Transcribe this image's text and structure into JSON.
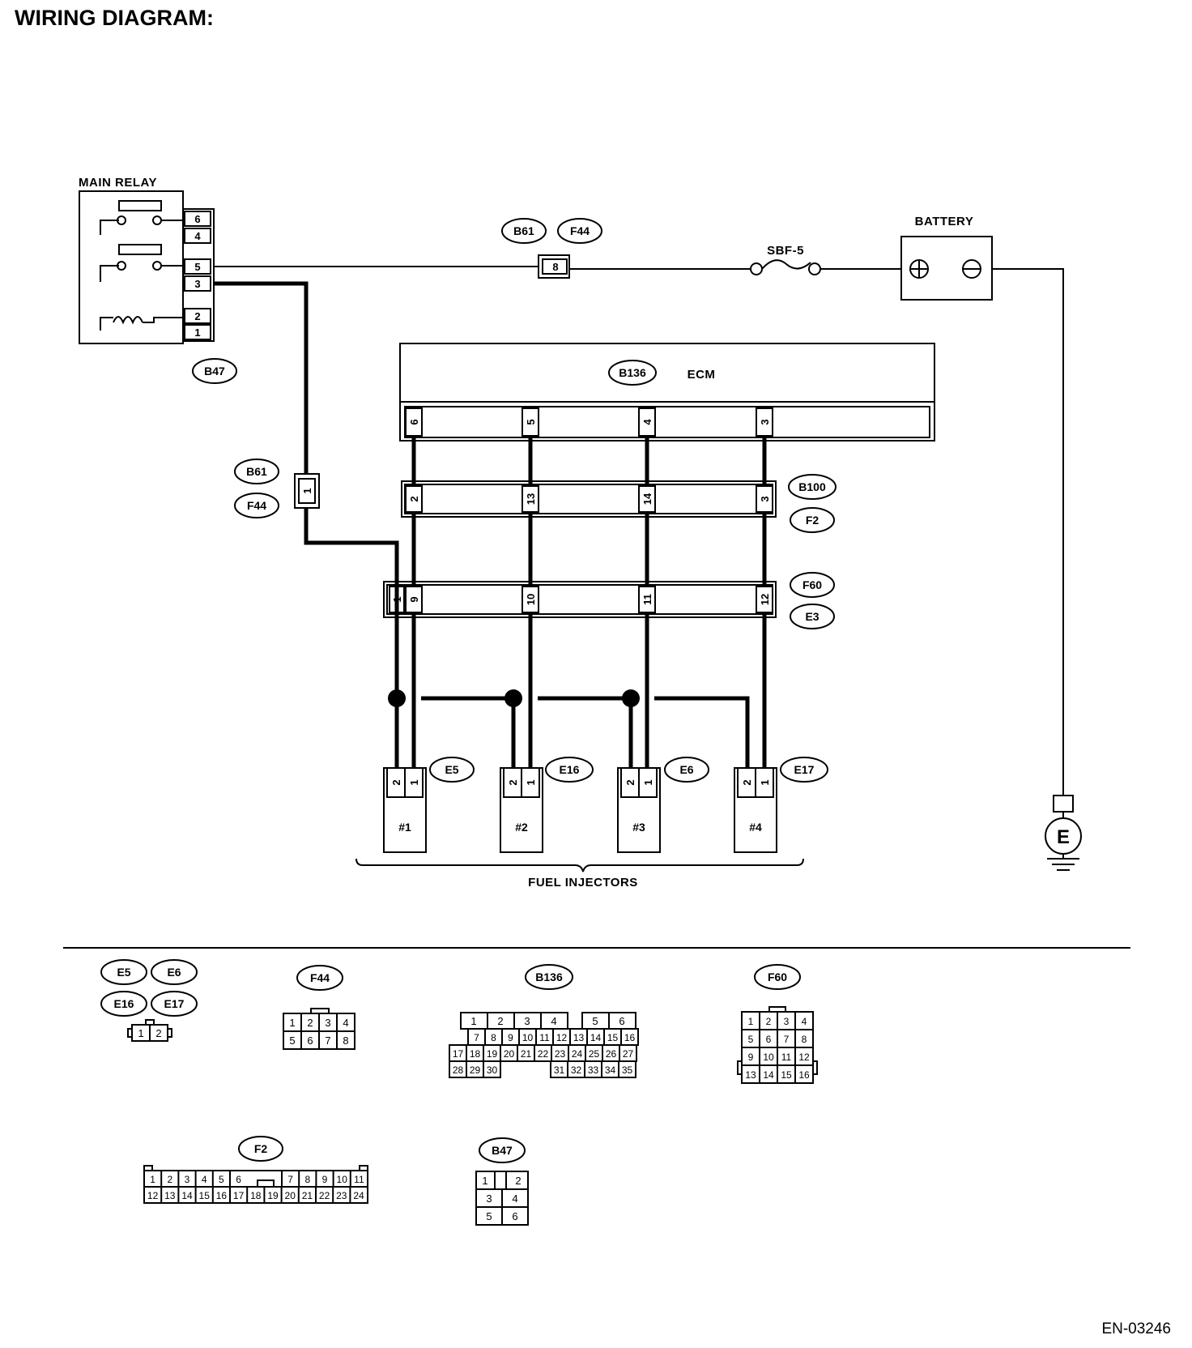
{
  "title": "WIRING DIAGRAM:",
  "labels": {
    "main_relay": "MAIN RELAY",
    "battery": "BATTERY",
    "fuse": "SBF-5",
    "ecm": "ECM",
    "fuel_injectors": "FUEL INJECTORS",
    "ground": "E"
  },
  "connector_refs": {
    "b61_top": "B61",
    "f44_top": "F44",
    "b47": "B47",
    "b136": "B136",
    "b61_mid": "B61",
    "f44_mid": "F44",
    "b100": "B100",
    "f2": "F2",
    "f60": "F60",
    "e3": "E3",
    "e5": "E5",
    "e16": "E16",
    "e6": "E6",
    "e17": "E17"
  },
  "main_relay_pins": [
    "6",
    "4",
    "5",
    "3",
    "2",
    "1"
  ],
  "inline_pins": {
    "b61_f44_top": "8",
    "b61_f44_mid": "1"
  },
  "ecm_pins": [
    "6",
    "5",
    "4",
    "3"
  ],
  "b100_pins": [
    "2",
    "13",
    "14",
    "3"
  ],
  "f60_pins": [
    "1",
    "9",
    "10",
    "11",
    "12"
  ],
  "injectors": [
    {
      "name": "#1",
      "pins": [
        "2",
        "1"
      ],
      "connector": "E5"
    },
    {
      "name": "#2",
      "pins": [
        "2",
        "1"
      ],
      "connector": "E16"
    },
    {
      "name": "#3",
      "pins": [
        "2",
        "1"
      ],
      "connector": "E6"
    },
    {
      "name": "#4",
      "pins": [
        "2",
        "1"
      ],
      "connector": "E17"
    }
  ],
  "legend": {
    "injector_refs": [
      "E5",
      "E6",
      "E16",
      "E17"
    ],
    "injector_pins": [
      "1",
      "2"
    ],
    "f44_ref": "F44",
    "f44_rows": [
      [
        "1",
        "2",
        "3",
        "4"
      ],
      [
        "5",
        "6",
        "7",
        "8"
      ]
    ],
    "b136_ref": "B136",
    "b136_row1": [
      "1",
      "2",
      "3",
      "4",
      "5",
      "6"
    ],
    "b136_row2": [
      "7",
      "8",
      "9",
      "10",
      "11",
      "12",
      "13",
      "14",
      "15",
      "16"
    ],
    "b136_row3": [
      "17",
      "18",
      "19",
      "20",
      "21",
      "22",
      "23",
      "24",
      "25",
      "26",
      "27"
    ],
    "b136_row4a": [
      "28",
      "29",
      "30"
    ],
    "b136_row4b": [
      "31",
      "32",
      "33",
      "34",
      "35"
    ],
    "f60_ref": "F60",
    "f60_rows": [
      [
        "1",
        "2",
        "3",
        "4"
      ],
      [
        "5",
        "6",
        "7",
        "8"
      ],
      [
        "9",
        "10",
        "11",
        "12"
      ],
      [
        "13",
        "14",
        "15",
        "16"
      ]
    ],
    "f2_ref": "F2",
    "f2_row1a": [
      "1",
      "2",
      "3",
      "4",
      "5",
      "6"
    ],
    "f2_row1b": [
      "7",
      "8",
      "9",
      "10",
      "11"
    ],
    "f2_row2": [
      "12",
      "13",
      "14",
      "15",
      "16",
      "17",
      "18",
      "19",
      "20",
      "21",
      "22",
      "23",
      "24"
    ],
    "b47_ref": "B47",
    "b47_rows": [
      [
        "1",
        "2"
      ],
      [
        "3",
        "4"
      ],
      [
        "5",
        "6"
      ]
    ]
  },
  "doc_code": "EN-03246"
}
